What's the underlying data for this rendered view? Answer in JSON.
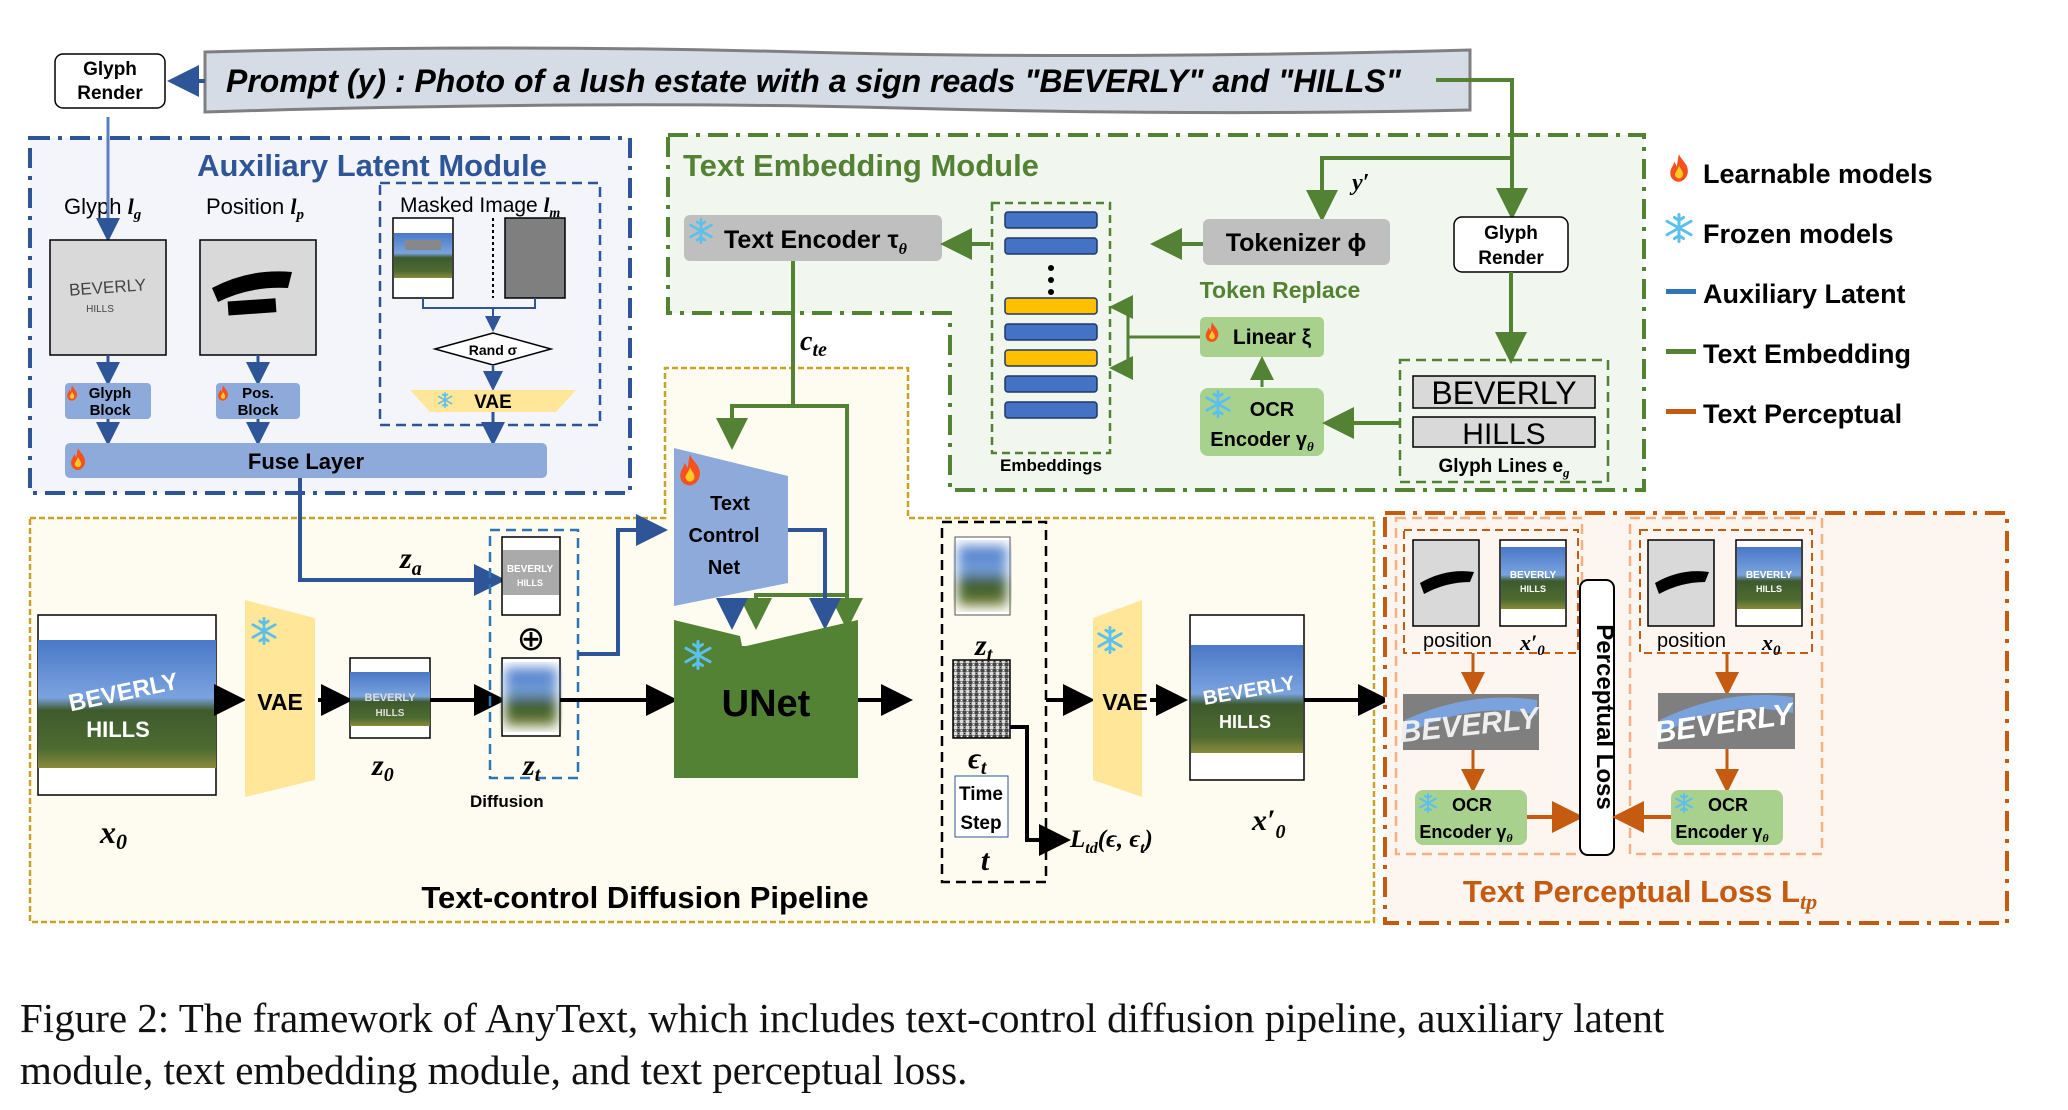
{
  "figure": {
    "prompt": "Prompt (y) :  Photo of a lush estate with a sign reads \"BEVERLY\" and \"HILLS\"",
    "glyph_render_top": [
      "Glyph",
      "Render"
    ],
    "caption_line1": "Figure 2: The framework of AnyText, which includes text-control diffusion pipeline, auxiliary latent",
    "caption_line2": "module, text embedding module, and text perceptual loss."
  },
  "auxiliary": {
    "title": "Auxiliary Latent Module",
    "glyph_label": "Glyph",
    "glyph_sym": "l",
    "glyph_sub": "g",
    "position_label": "Position",
    "position_sym": "l",
    "position_sub": "p",
    "masked_label": "Masked Image",
    "masked_sym": "l",
    "masked_sub": "m",
    "glyph_img_line1": "BEVERLY",
    "glyph_img_line2": "HILLS",
    "rand": "Rand σ",
    "vae": "VAE",
    "glyph_block": [
      "Glyph",
      "Block"
    ],
    "pos_block": [
      "Pos.",
      "Block"
    ],
    "fuse_layer": "Fuse Layer"
  },
  "embedding": {
    "title": "Text Embedding Module",
    "y_prime": "y′",
    "text_encoder": "Text Encoder τ",
    "text_encoder_sub": "θ",
    "tokenizer": "Tokenizer ϕ",
    "token_replace": "Token Replace",
    "linear": "Linear ξ",
    "ocr_encoder": [
      "OCR",
      "Encoder γ"
    ],
    "ocr_sub": "θ",
    "embeddings_label": "Embeddings",
    "embedding_rows": [
      "blue",
      "blue",
      "dots",
      "yellow",
      "blue",
      "yellow",
      "blue",
      "blue"
    ],
    "glyph_render": [
      "Glyph",
      "Render"
    ],
    "glyph_lines": [
      "BEVERLY",
      "HILLS"
    ],
    "glyph_lines_label": "Glyph Lines e",
    "glyph_lines_sub": "g",
    "c_te": "c",
    "c_te_sub": "te"
  },
  "legend": {
    "items": [
      {
        "icon": "fire-icon",
        "label": "Learnable models"
      },
      {
        "icon": "snowflake-icon",
        "label": "Frozen models"
      },
      {
        "icon": "line",
        "color": "#2e75b6",
        "label": "Auxiliary Latent"
      },
      {
        "icon": "line",
        "color": "#548235",
        "label": "Text Embedding"
      },
      {
        "icon": "line",
        "color": "#c55a11",
        "label": "Text Perceptual"
      }
    ]
  },
  "pipeline": {
    "title": "Text-control Diffusion Pipeline",
    "x0": "x",
    "x0_sub": "0",
    "vae": "VAE",
    "z0": "z",
    "z0_sub": "0",
    "za": "z",
    "za_sub": "a",
    "zt": "z",
    "zt_sub": "t",
    "plus": "⊕",
    "diffusion": "Diffusion",
    "controlnet": [
      "Text",
      "Control",
      "Net"
    ],
    "unet": "UNet",
    "eps": "ϵ",
    "eps_sub": "t",
    "time_step": [
      "Time",
      "Step"
    ],
    "t": "t",
    "loss_td": "L",
    "loss_td_sub": "td",
    "loss_td_args": "(ϵ, ϵ",
    "loss_td_args_sub": "t",
    "loss_td_close": ")",
    "x0p": "x′",
    "x0p_sub": "0",
    "sign_line1": "BEVERLY",
    "sign_line2": "HILLS"
  },
  "perceptual": {
    "title": "Text Perceptual Loss L",
    "title_sub": "tp",
    "position": "position",
    "x0p": "x′",
    "x0p_sub": "0",
    "x0": "x",
    "x0_sub": "0",
    "crop_text": "BEVERLY",
    "ocr_encoder": [
      "OCR",
      "Encoder γ"
    ],
    "ocr_sub": "θ",
    "perceptual_loss": "Perceptual  Loss"
  },
  "colors": {
    "aux_blue": "#2e5597",
    "emb_green": "#548235",
    "perc_orange": "#c55a11",
    "pipeline_gold": "#c9a227",
    "embedding_blue": "#4472c4",
    "embedding_yellow": "#ffc000"
  }
}
